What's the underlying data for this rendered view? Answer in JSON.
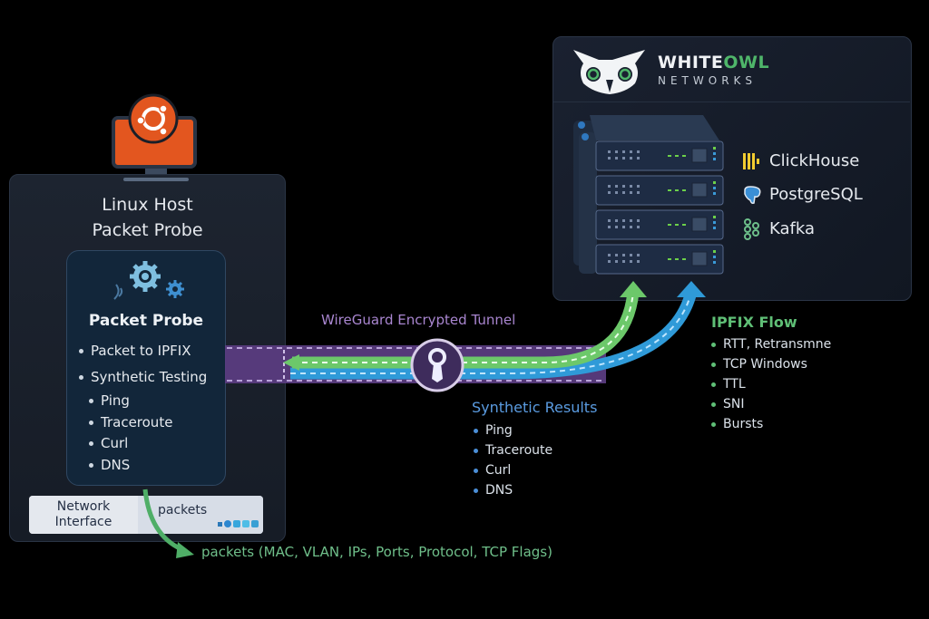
{
  "host": {
    "os_icon": "ubuntu-monitor-icon",
    "title_line1": "Linux Host",
    "title_line2": "Packet Probe",
    "probe": {
      "icon": "gears-icon",
      "title": "Packet Probe",
      "items": [
        "Packet to IPFIX",
        "Synthetic Testing"
      ],
      "sub_items": [
        "Ping",
        "Traceroute",
        "Curl",
        "DNS"
      ]
    },
    "network_interface": {
      "label_line1": "Network",
      "label_line2": "Interface",
      "packets_label": "packets"
    }
  },
  "capture_label": "packets (MAC, VLAN, IPs, Ports, Protocol, TCP Flags)",
  "tunnel": {
    "label": "WireGuard Encrypted Tunnel",
    "icon": "key-lock-icon"
  },
  "whiteowl": {
    "logo_icon": "owl-logo-icon",
    "brand_part1": "WHITE",
    "brand_part2": "OWL",
    "subtitle": "NETWORKS",
    "server_icon": "server-rack-icon",
    "databases": [
      {
        "icon": "clickhouse-icon",
        "label": "ClickHouse"
      },
      {
        "icon": "postgresql-icon",
        "label": "PostgreSQL"
      },
      {
        "icon": "kafka-icon",
        "label": "Kafka"
      }
    ]
  },
  "ipfix_flow": {
    "title": "IPFIX Flow",
    "items": [
      "RTT, Retransmne",
      "TCP Windows",
      "TTL",
      "SNI",
      "Bursts"
    ]
  },
  "synthetic_results": {
    "title": "Synthetic Results",
    "items": [
      "Ping",
      "Traceroute",
      "Curl",
      "DNS"
    ]
  },
  "colors": {
    "ipfix_green": "#5fbf76",
    "synthetic_blue": "#3a9ad8",
    "tunnel_purple": "#6a4a8e",
    "ubuntu_orange": "#e2561f"
  }
}
